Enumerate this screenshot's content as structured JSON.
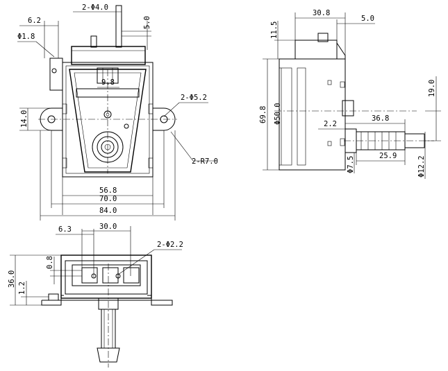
{
  "dimensions": {
    "top_spindle_dia": "2-Φ4.0",
    "top_right_5": "5.0",
    "top_left_62": "6.2",
    "top_left_phi18": "Φ1.8",
    "inner_98": "9.8",
    "hole_dia": "2-Φ5.2",
    "height_140": "14.0",
    "radius": "2-R7.0",
    "width_568": "56.8",
    "width_700": "70.0",
    "width_840": "84.0",
    "side_308": "30.8",
    "side_50": "5.0",
    "side_115": "11.5",
    "side_698": "69.8",
    "side_phi500": "Φ50.0",
    "side_190": "19.0",
    "side_22": "2.2",
    "side_368": "36.8",
    "side_phi75": "Φ7.5",
    "side_259": "25.9",
    "side_phi122": "Φ12.2",
    "bottom_63": "6.3",
    "bottom_300": "30.0",
    "bottom_phi22": "2-Φ2.2",
    "bottom_08": "0.8",
    "bottom_360": "36.0",
    "bottom_12": "1.2"
  }
}
